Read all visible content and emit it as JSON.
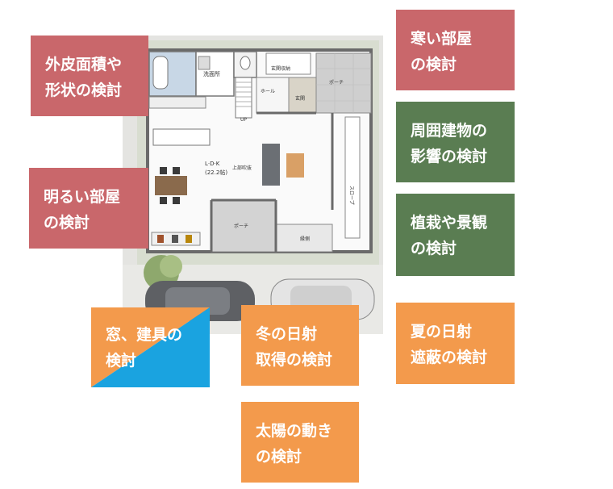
{
  "floor_plan": {
    "rooms": {
      "wash": "洗面所",
      "storage": "玄関収納",
      "hall": "ホール",
      "entrance": "玄関",
      "porch_top": "ポーチ",
      "ldk": "L·D·K",
      "ldk_size": "(22.2帖)",
      "upper_open": "上部吹抜",
      "slope": "スロープ",
      "porch_bottom": "ポーチ",
      "engawa": "縁側",
      "up": "UP"
    }
  },
  "cards": [
    {
      "label": "外皮面積や\n形状の検討",
      "color": "#c9676b"
    },
    {
      "label": "明るい部屋\nの検討",
      "color": "#c9676b"
    },
    {
      "label": "寒い部屋\nの検討",
      "color": "#c9676b"
    },
    {
      "label": "周囲建物の\n影響の検討",
      "color": "#5a7d52"
    },
    {
      "label": "植栽や景観\nの検討",
      "color": "#5a7d52"
    },
    {
      "label": "窓、建具の\n検討",
      "color": "#f39a4c",
      "secondary_color": "#1aa3e0"
    },
    {
      "label": "冬の日射\n取得の検討",
      "color": "#f39a4c"
    },
    {
      "label": "夏の日射\n遮蔽の検討",
      "color": "#f39a4c"
    },
    {
      "label": "太陽の動き\nの検討",
      "color": "#f39a4c"
    }
  ]
}
